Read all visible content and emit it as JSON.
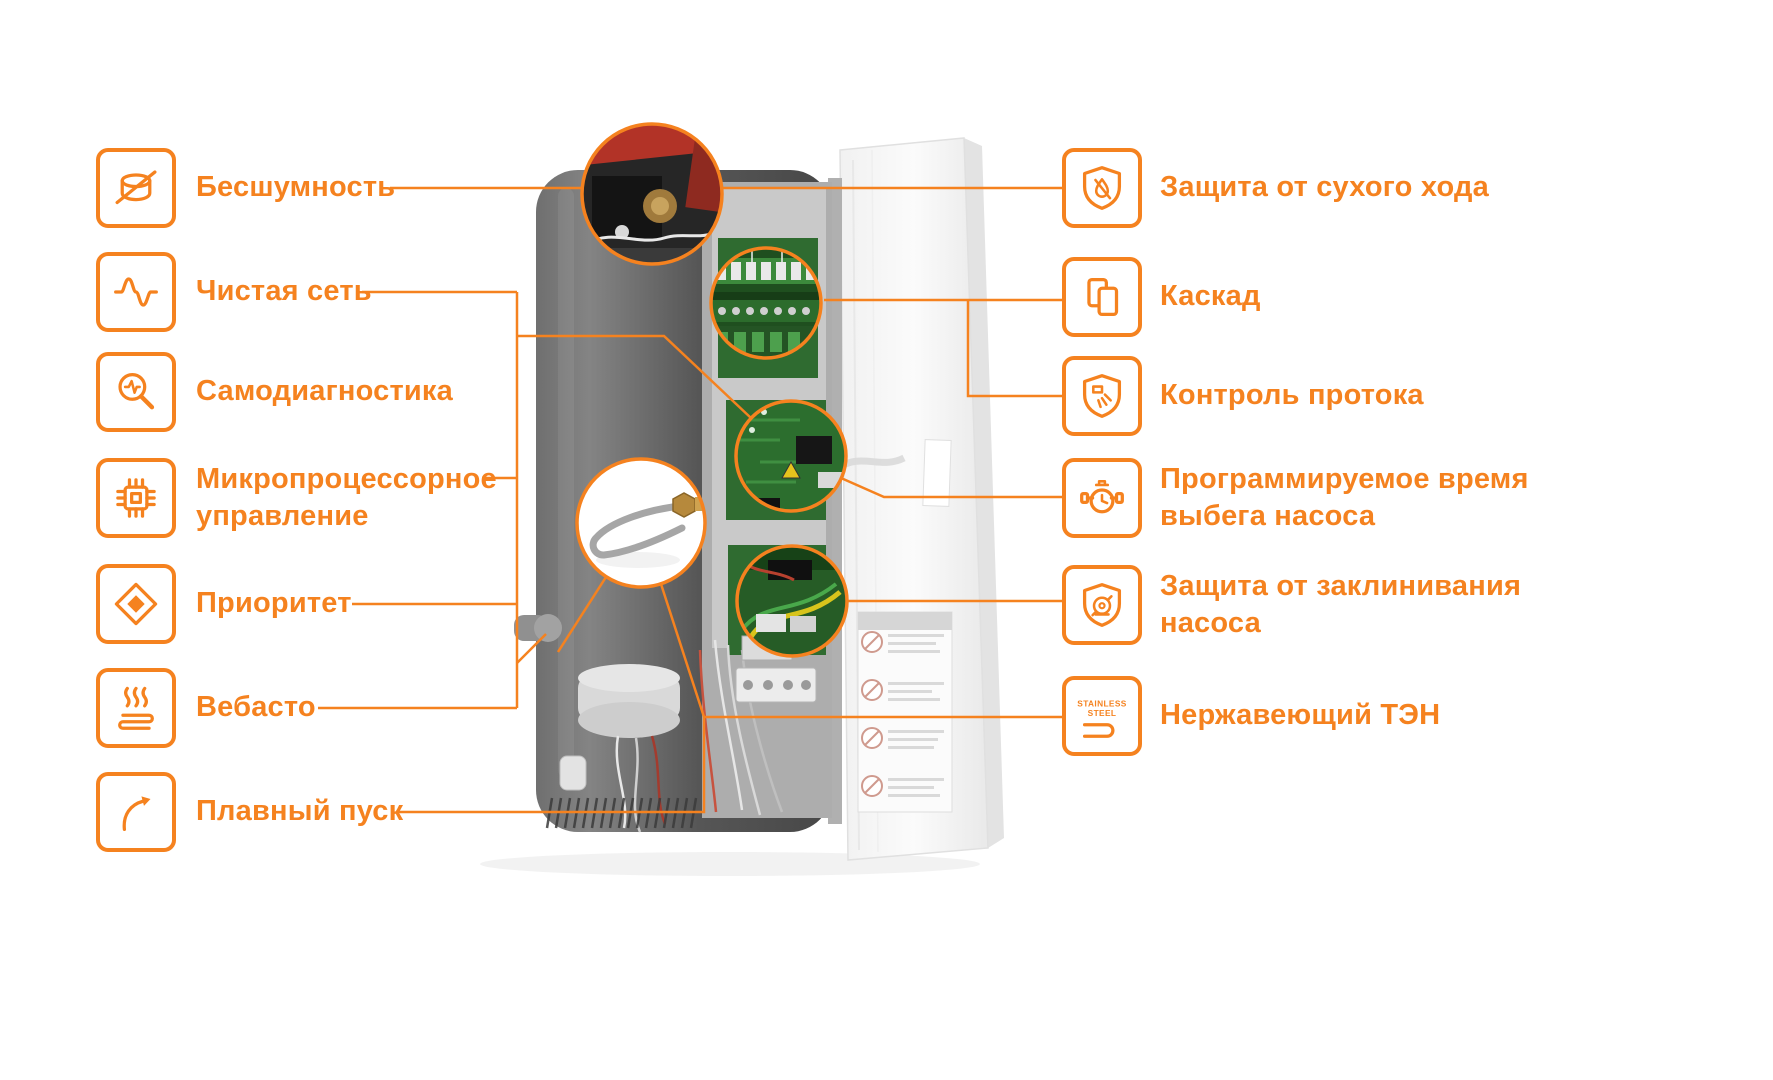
{
  "accent_color": "#F5821F",
  "left_features": [
    {
      "label": "Бесшумность",
      "icon": "silence-icon"
    },
    {
      "label": "Чистая сеть",
      "icon": "clean-power-icon"
    },
    {
      "label": "Самодиагностика",
      "icon": "self-diagnostics-icon"
    },
    {
      "label": "Микропроцессорное управление",
      "icon": "microprocessor-icon"
    },
    {
      "label": "Приоритет",
      "icon": "priority-icon"
    },
    {
      "label": "Вебасто",
      "icon": "webasto-icon"
    },
    {
      "label": "Плавный пуск",
      "icon": "soft-start-icon"
    }
  ],
  "right_features": [
    {
      "label": "Защита от сухого хода",
      "icon": "dry-run-protection-icon"
    },
    {
      "label": "Каскад",
      "icon": "cascade-icon"
    },
    {
      "label": "Контроль протока",
      "icon": "flow-control-icon"
    },
    {
      "label": "Программируемое время выбега насоса",
      "icon": "pump-runout-timer-icon"
    },
    {
      "label": "Защита от заклинивания насоса",
      "icon": "pump-jam-protection-icon"
    },
    {
      "label": "Нержавеющий ТЭН",
      "icon": "stainless-heater-icon",
      "icon_text": [
        "STAINLESS",
        "STEEL"
      ]
    }
  ]
}
